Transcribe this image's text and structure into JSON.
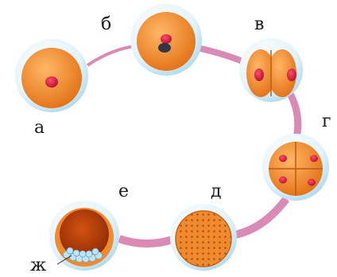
{
  "diagram": {
    "stages": [
      {
        "id": "a",
        "label": "а"
      },
      {
        "id": "b",
        "label": "б"
      },
      {
        "id": "v",
        "label": "в"
      },
      {
        "id": "g",
        "label": "г"
      },
      {
        "id": "d",
        "label": "д"
      },
      {
        "id": "e",
        "label": "е"
      }
    ],
    "annotation": {
      "id": "zh",
      "label": "ж"
    }
  },
  "colors": {
    "connector": "#d98bb6",
    "membrane": "#cfe9f7",
    "cytoplasm": "#f08a2e",
    "nucleus": "#d8203e",
    "blastocoel": "#b23b0a",
    "cell_bubbles": "#bfe4f6"
  }
}
